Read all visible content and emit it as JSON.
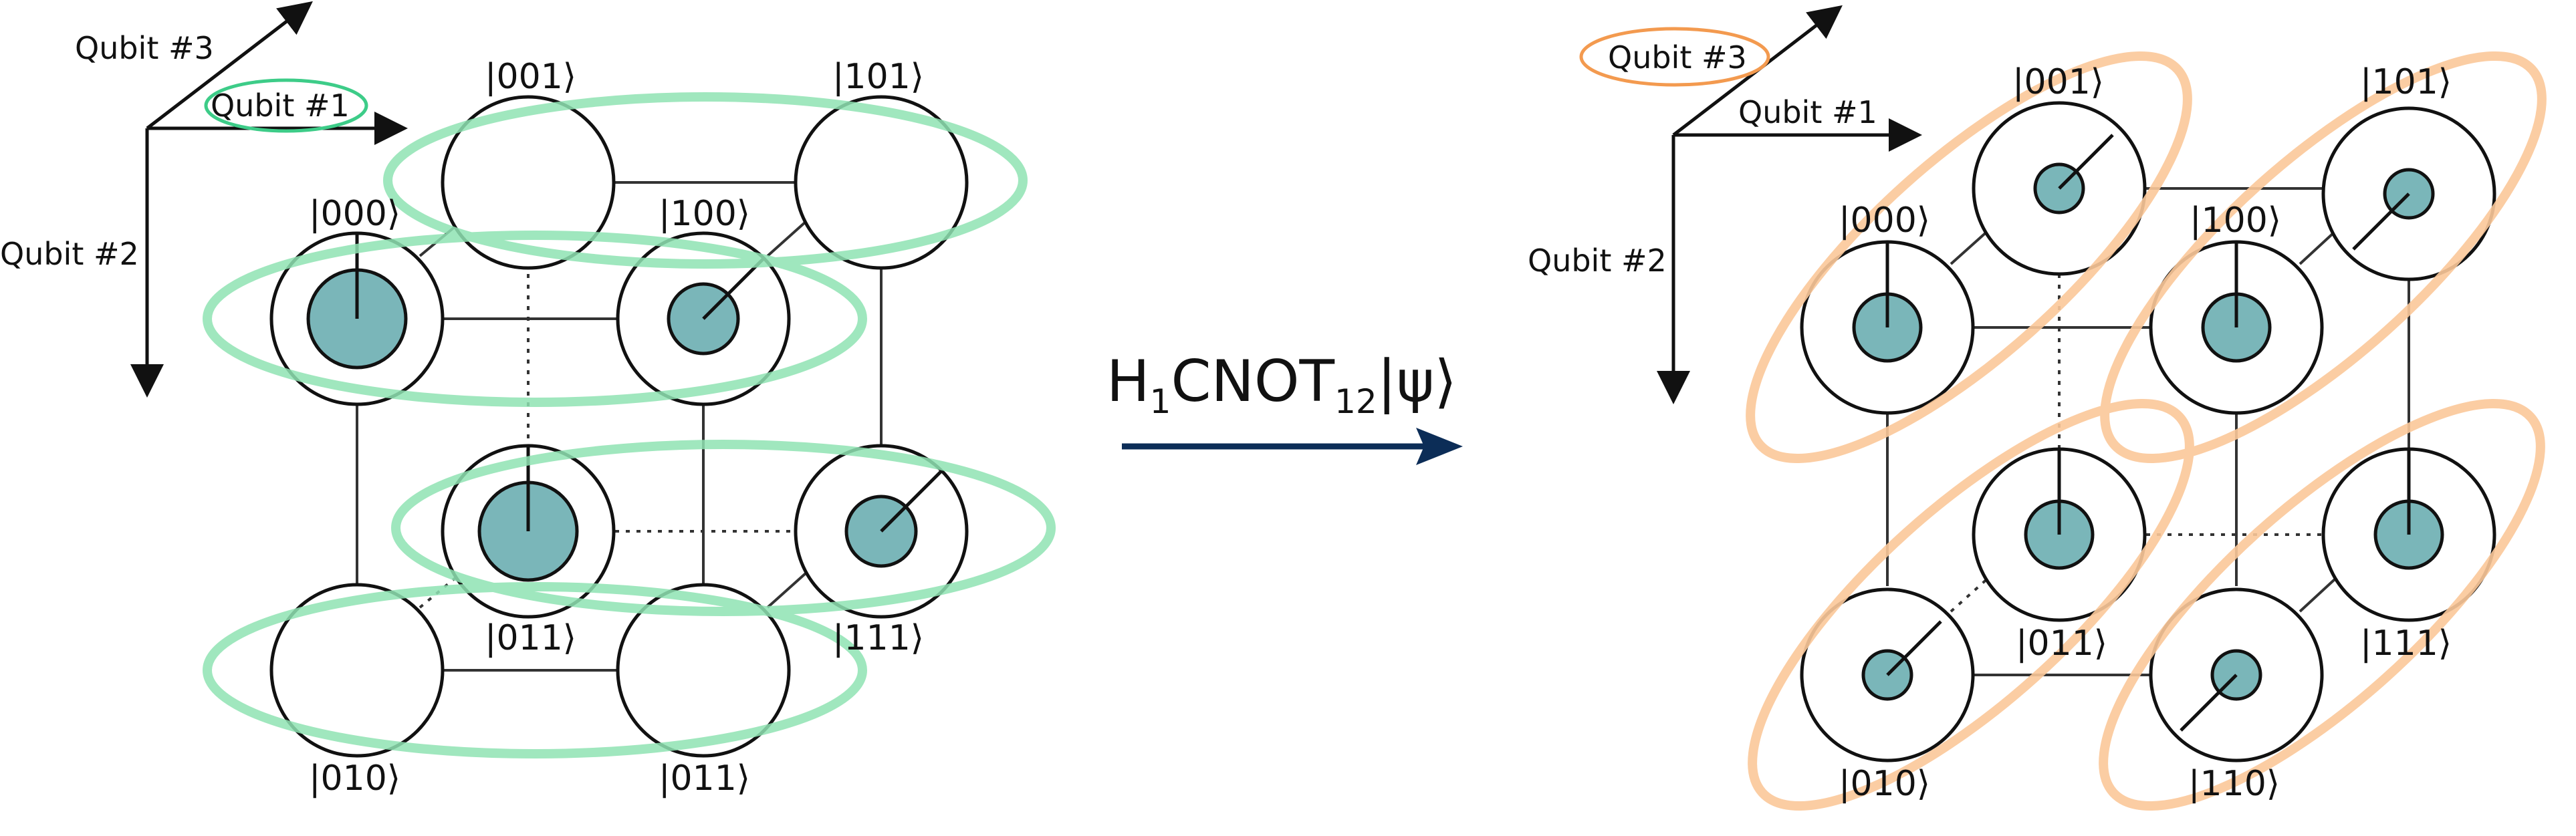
{
  "colors": {
    "green": "#8fe3b3",
    "green_label": "#3dcc88",
    "orange": "#fbc89a",
    "orange_label": "#f39a4f",
    "teal": "#7ab6b9",
    "arrow": "#0c2d57",
    "line": "#333333"
  },
  "left": {
    "axes": {
      "qubit1": "Qubit #1",
      "qubit2": "Qubit #2",
      "qubit3": "Qubit #3"
    },
    "kets": {
      "k000": "|000⟩",
      "k001": "|001⟩",
      "k100": "|100⟩",
      "k101": "|101⟩",
      "k011_top": "|011⟩",
      "k111": "|111⟩",
      "k010": "|010⟩",
      "k011_bottom": "|011⟩"
    }
  },
  "operation": {
    "h": "H",
    "h_sub": "1",
    "cnot": "CNOT",
    "cnot_sub": "12",
    "psi": "|ψ⟩"
  },
  "right": {
    "axes": {
      "qubit1": "Qubit #1",
      "qubit2": "Qubit #2",
      "qubit3": "Qubit #3"
    },
    "kets": {
      "k000": "|000⟩",
      "k001": "|001⟩",
      "k100": "|100⟩",
      "k101": "|101⟩",
      "k011": "|011⟩",
      "k111": "|111⟩",
      "k010": "|010⟩",
      "k110": "|110⟩"
    }
  }
}
